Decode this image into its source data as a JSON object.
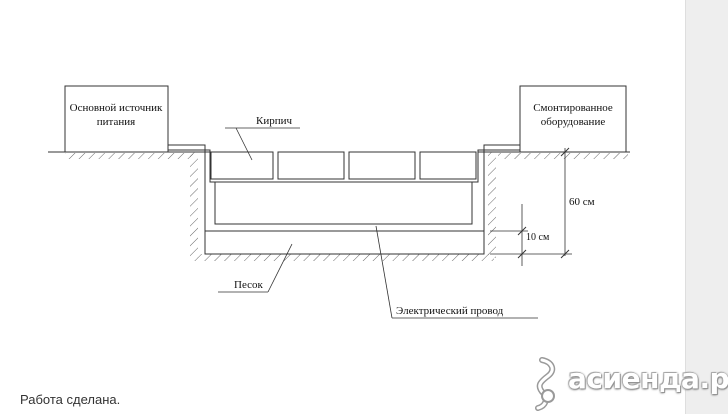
{
  "diagram": {
    "labels": {
      "power_source": [
        "Основной источник",
        "питания"
      ],
      "mounted_equipment": [
        "Смонтированное",
        "оборудование"
      ],
      "brick": "Кирпич",
      "sand": "Песок",
      "wire": "Электрический провод",
      "depth_total": "60 см",
      "depth_sand": "10 см"
    }
  },
  "caption": "Работа сделана.",
  "watermark": {
    "text": "асиенда.ру"
  },
  "colors": {
    "line": "#333333",
    "hatch": "#555555",
    "background": "#ffffff",
    "right_strip": "#eeeeee"
  }
}
